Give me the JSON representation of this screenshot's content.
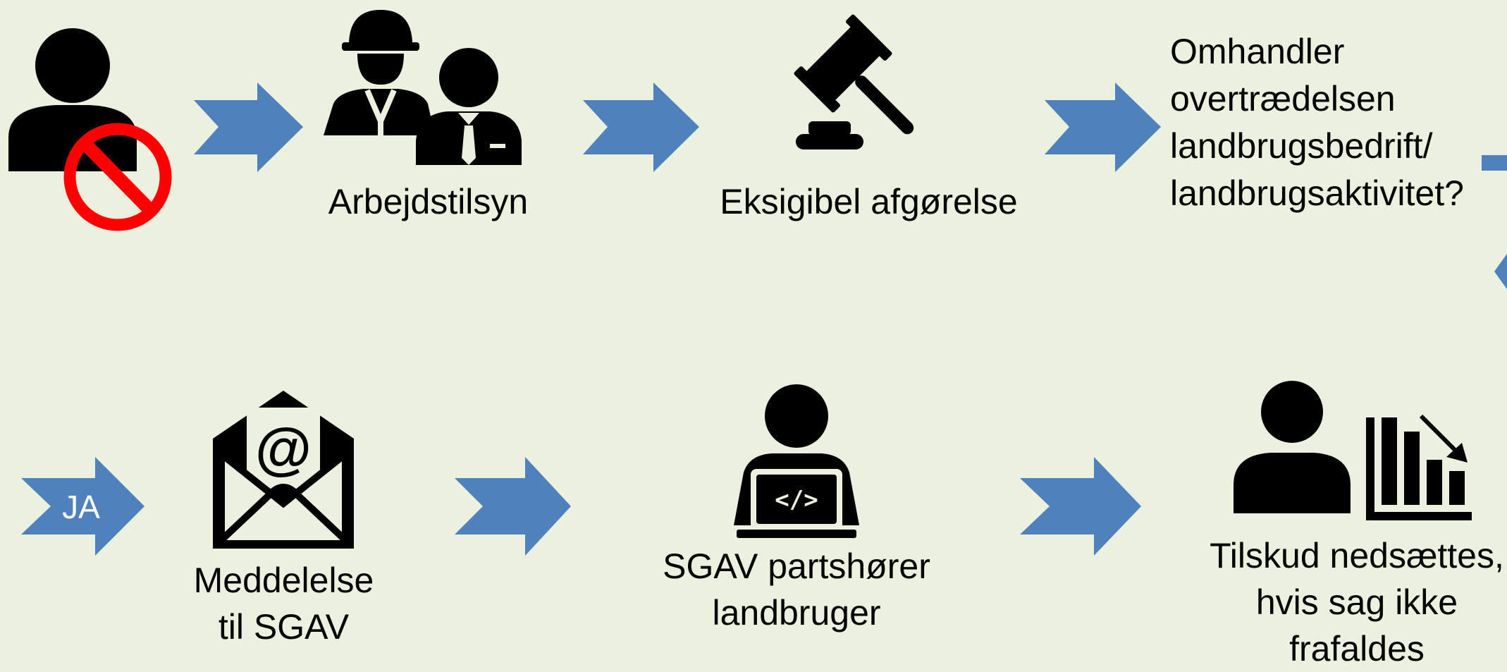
{
  "colors": {
    "background": "#ebf0df",
    "arrow": "#4f81bd",
    "icon": "#000000",
    "prohibited": "#ff0000"
  },
  "steps": {
    "arbejdstilsyn": {
      "label": "Arbejdstilsyn"
    },
    "afgoerelse": {
      "label": "Eksigibel afgørelse"
    },
    "question": {
      "lines": [
        "Omhandler",
        "overtrædelsen",
        "landbrugsbedrift/",
        "landbrugsaktivitet?"
      ]
    },
    "ja": {
      "label": "JA"
    },
    "meddelelse": {
      "lines": [
        "Meddelelse",
        "til SGAV"
      ]
    },
    "partshoering": {
      "lines": [
        "SGAV partshører",
        "landbruger"
      ]
    },
    "tilskud": {
      "lines": [
        "Tilskud nedsættes,",
        "hvis sag ikke",
        "frafaldes"
      ]
    }
  },
  "icons": [
    "prohibited-person-icon",
    "workers-icon",
    "gavel-icon",
    "email-envelope-icon",
    "programmer-laptop-icon",
    "person-declining-chart-icon"
  ]
}
